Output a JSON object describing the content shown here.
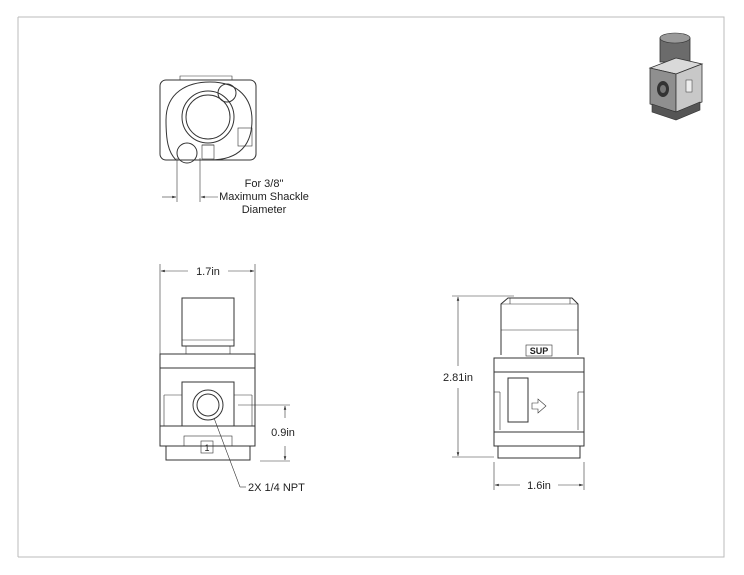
{
  "annotations": {
    "shackle_line1": "For 3/8\"",
    "shackle_line2": "Maximum Shackle",
    "shackle_line3": "Diameter",
    "width_front": "1.7in",
    "port_height": "0.9in",
    "port_note": "2X 1/4 NPT",
    "port_marker": "1",
    "height_side": "2.81in",
    "width_side": "1.6in",
    "sup_label": "SUP"
  },
  "colors": {
    "line": "#333333",
    "body_fill": "#f5f5f5",
    "frame": "#bbbbbb"
  }
}
